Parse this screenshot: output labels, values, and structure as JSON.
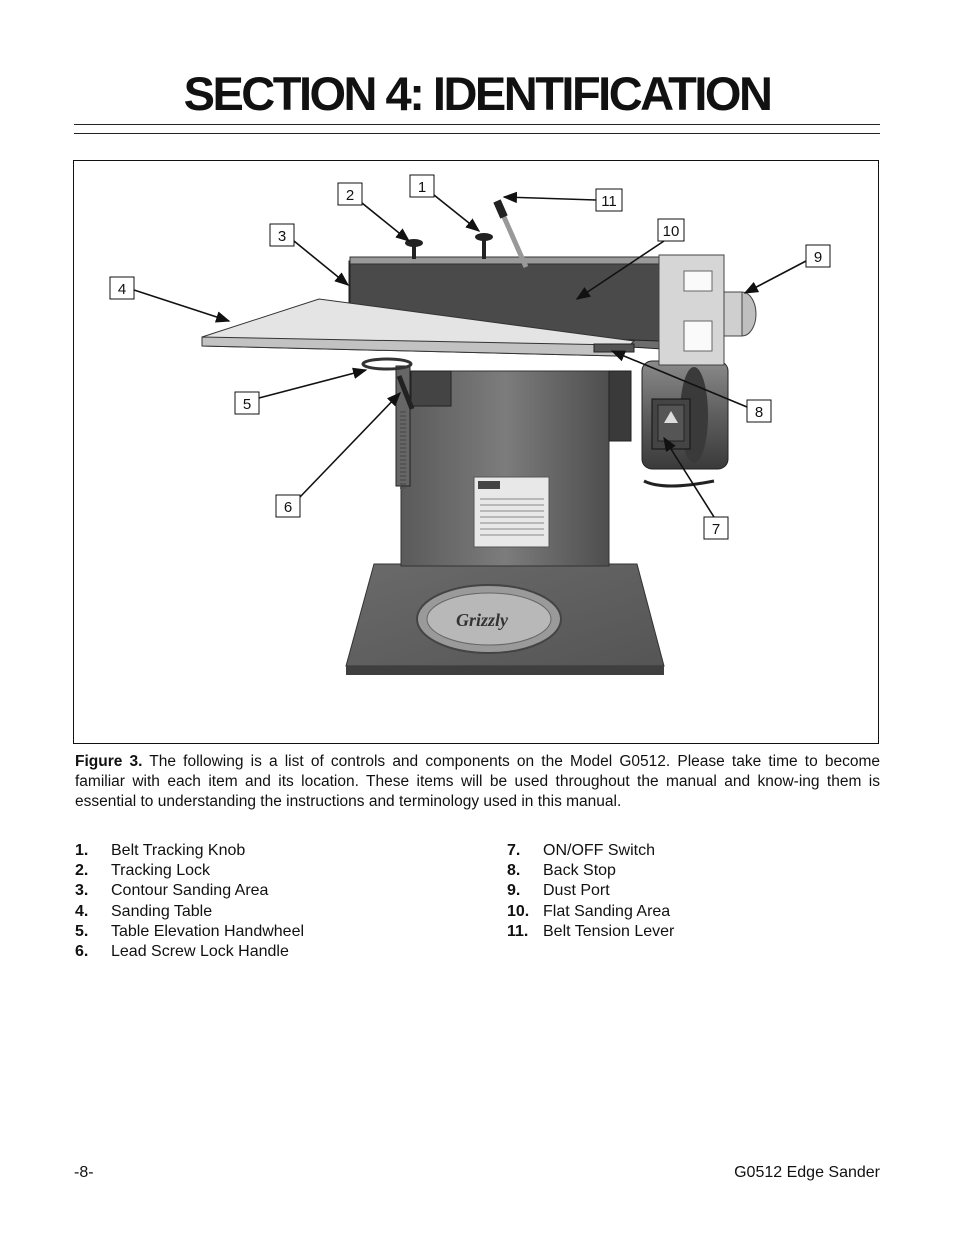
{
  "page": {
    "title": "SECTION 4: IDENTIFICATION",
    "page_number": "-8-",
    "doc_name": "G0512  Edge Sander"
  },
  "figure": {
    "callouts": [
      "1",
      "2",
      "3",
      "4",
      "5",
      "6",
      "7",
      "8",
      "9",
      "10",
      "11"
    ],
    "caption_label": "Figure 3.",
    "caption_text": " The following is a list of controls and components on the Model G0512. Please take time to become familiar with each item and its location. These items will be used throughout the manual and know-ing them is essential to understanding the instructions and terminology used in this manual.",
    "photo_labels": {
      "logo": "Grizzly"
    }
  },
  "components": [
    {
      "num": "1.",
      "label": "Belt Tracking Knob"
    },
    {
      "num": "2.",
      "label": "Tracking Lock"
    },
    {
      "num": "3.",
      "label": "Contour Sanding Area"
    },
    {
      "num": "4.",
      "label": "Sanding Table"
    },
    {
      "num": "5.",
      "label": "Table Elevation Handwheel"
    },
    {
      "num": "6.",
      "label": "Lead Screw Lock Handle"
    },
    {
      "num": "7.",
      "label": "ON/OFF Switch"
    },
    {
      "num": "8.",
      "label": "Back Stop"
    },
    {
      "num": "9.",
      "label": "Dust Port"
    },
    {
      "num": "10.",
      "label": "Flat Sanding Area"
    },
    {
      "num": "11.",
      "label": "Belt Tension Lever"
    }
  ]
}
